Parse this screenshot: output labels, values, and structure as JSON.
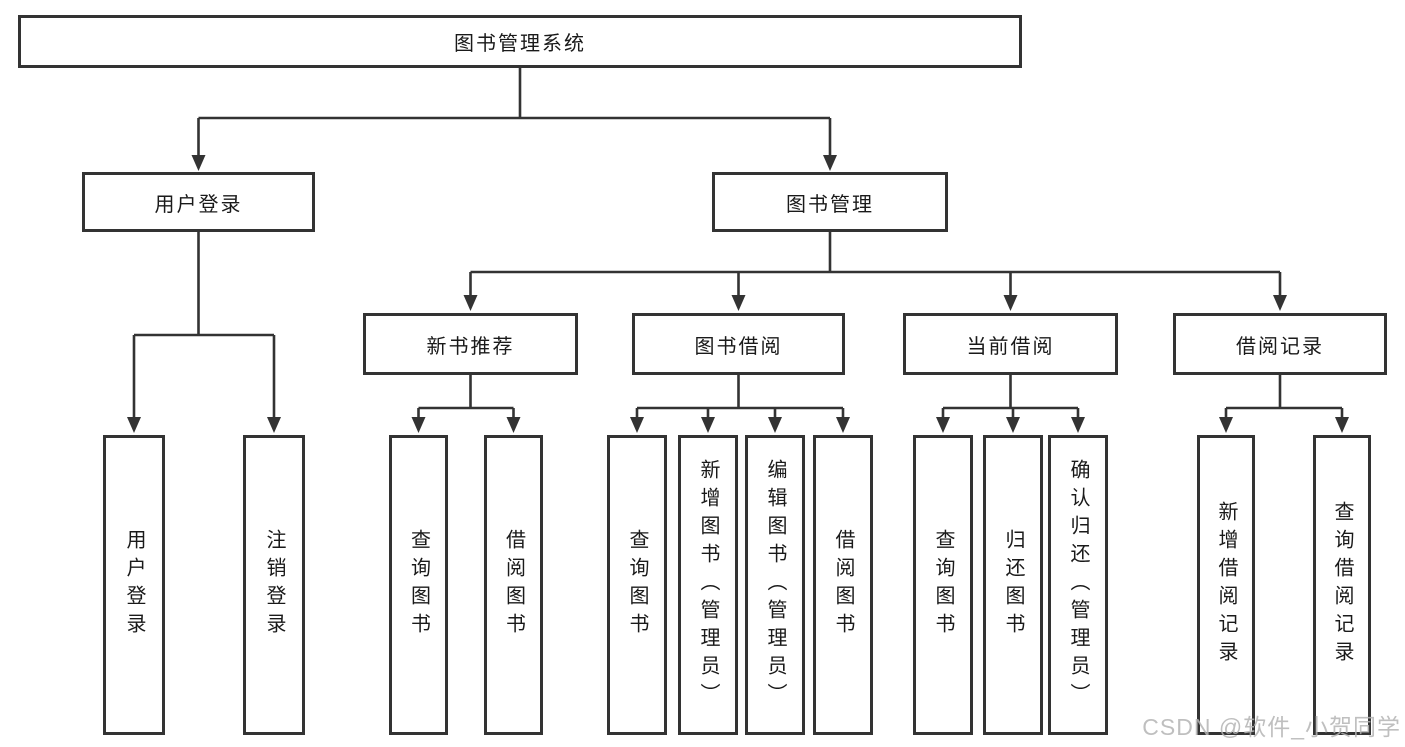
{
  "tree": {
    "label": "图书管理系统",
    "children": [
      {
        "label": "用户登录",
        "children": [
          {
            "label": "用户登录"
          },
          {
            "label": "注销登录"
          }
        ]
      },
      {
        "label": "图书管理",
        "children": [
          {
            "label": "新书推荐",
            "children": [
              {
                "label": "查询图书"
              },
              {
                "label": "借阅图书"
              }
            ]
          },
          {
            "label": "图书借阅",
            "children": [
              {
                "label": "查询图书"
              },
              {
                "label": "新增图书（管理员）"
              },
              {
                "label": "编辑图书（管理员）"
              },
              {
                "label": "借阅图书"
              }
            ]
          },
          {
            "label": "当前借阅",
            "children": [
              {
                "label": "查询图书"
              },
              {
                "label": "归还图书"
              },
              {
                "label": "确认归还（管理员）"
              }
            ]
          },
          {
            "label": "借阅记录",
            "children": [
              {
                "label": "新增借阅记录"
              },
              {
                "label": "查询借阅记录"
              }
            ]
          }
        ]
      }
    ]
  },
  "watermark": "CSDN @软件_小贺同学",
  "colors": {
    "line": "#333333",
    "box_bg": "#ffffff",
    "text": "#1a1a1a",
    "watermark": "#b4b4b4"
  }
}
